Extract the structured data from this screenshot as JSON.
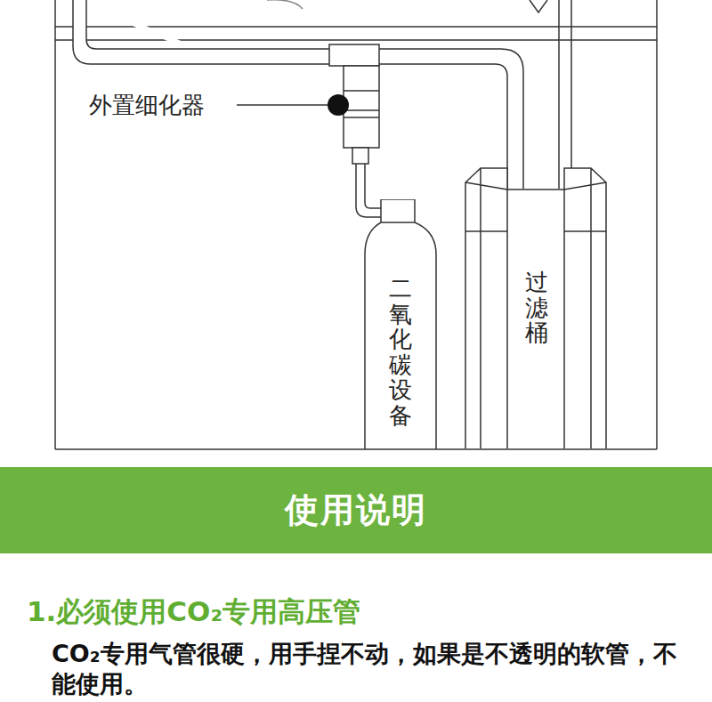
{
  "diagram": {
    "nodes": [
      {
        "text": [
          "二氧化碳设备"
        ]
      },
      {
        "text": [
          "过滤桶"
        ]
      },
      {
        "text": [
          "使用说明"
        ]
      }
    ],
    "labels": [
      "外置细化器",
      "1.必须使用CO₂专用高压管",
      "CO₂专用气管很硬，用手捏不动，如果是不透明的软管，不能使用。"
    ]
  }
}
